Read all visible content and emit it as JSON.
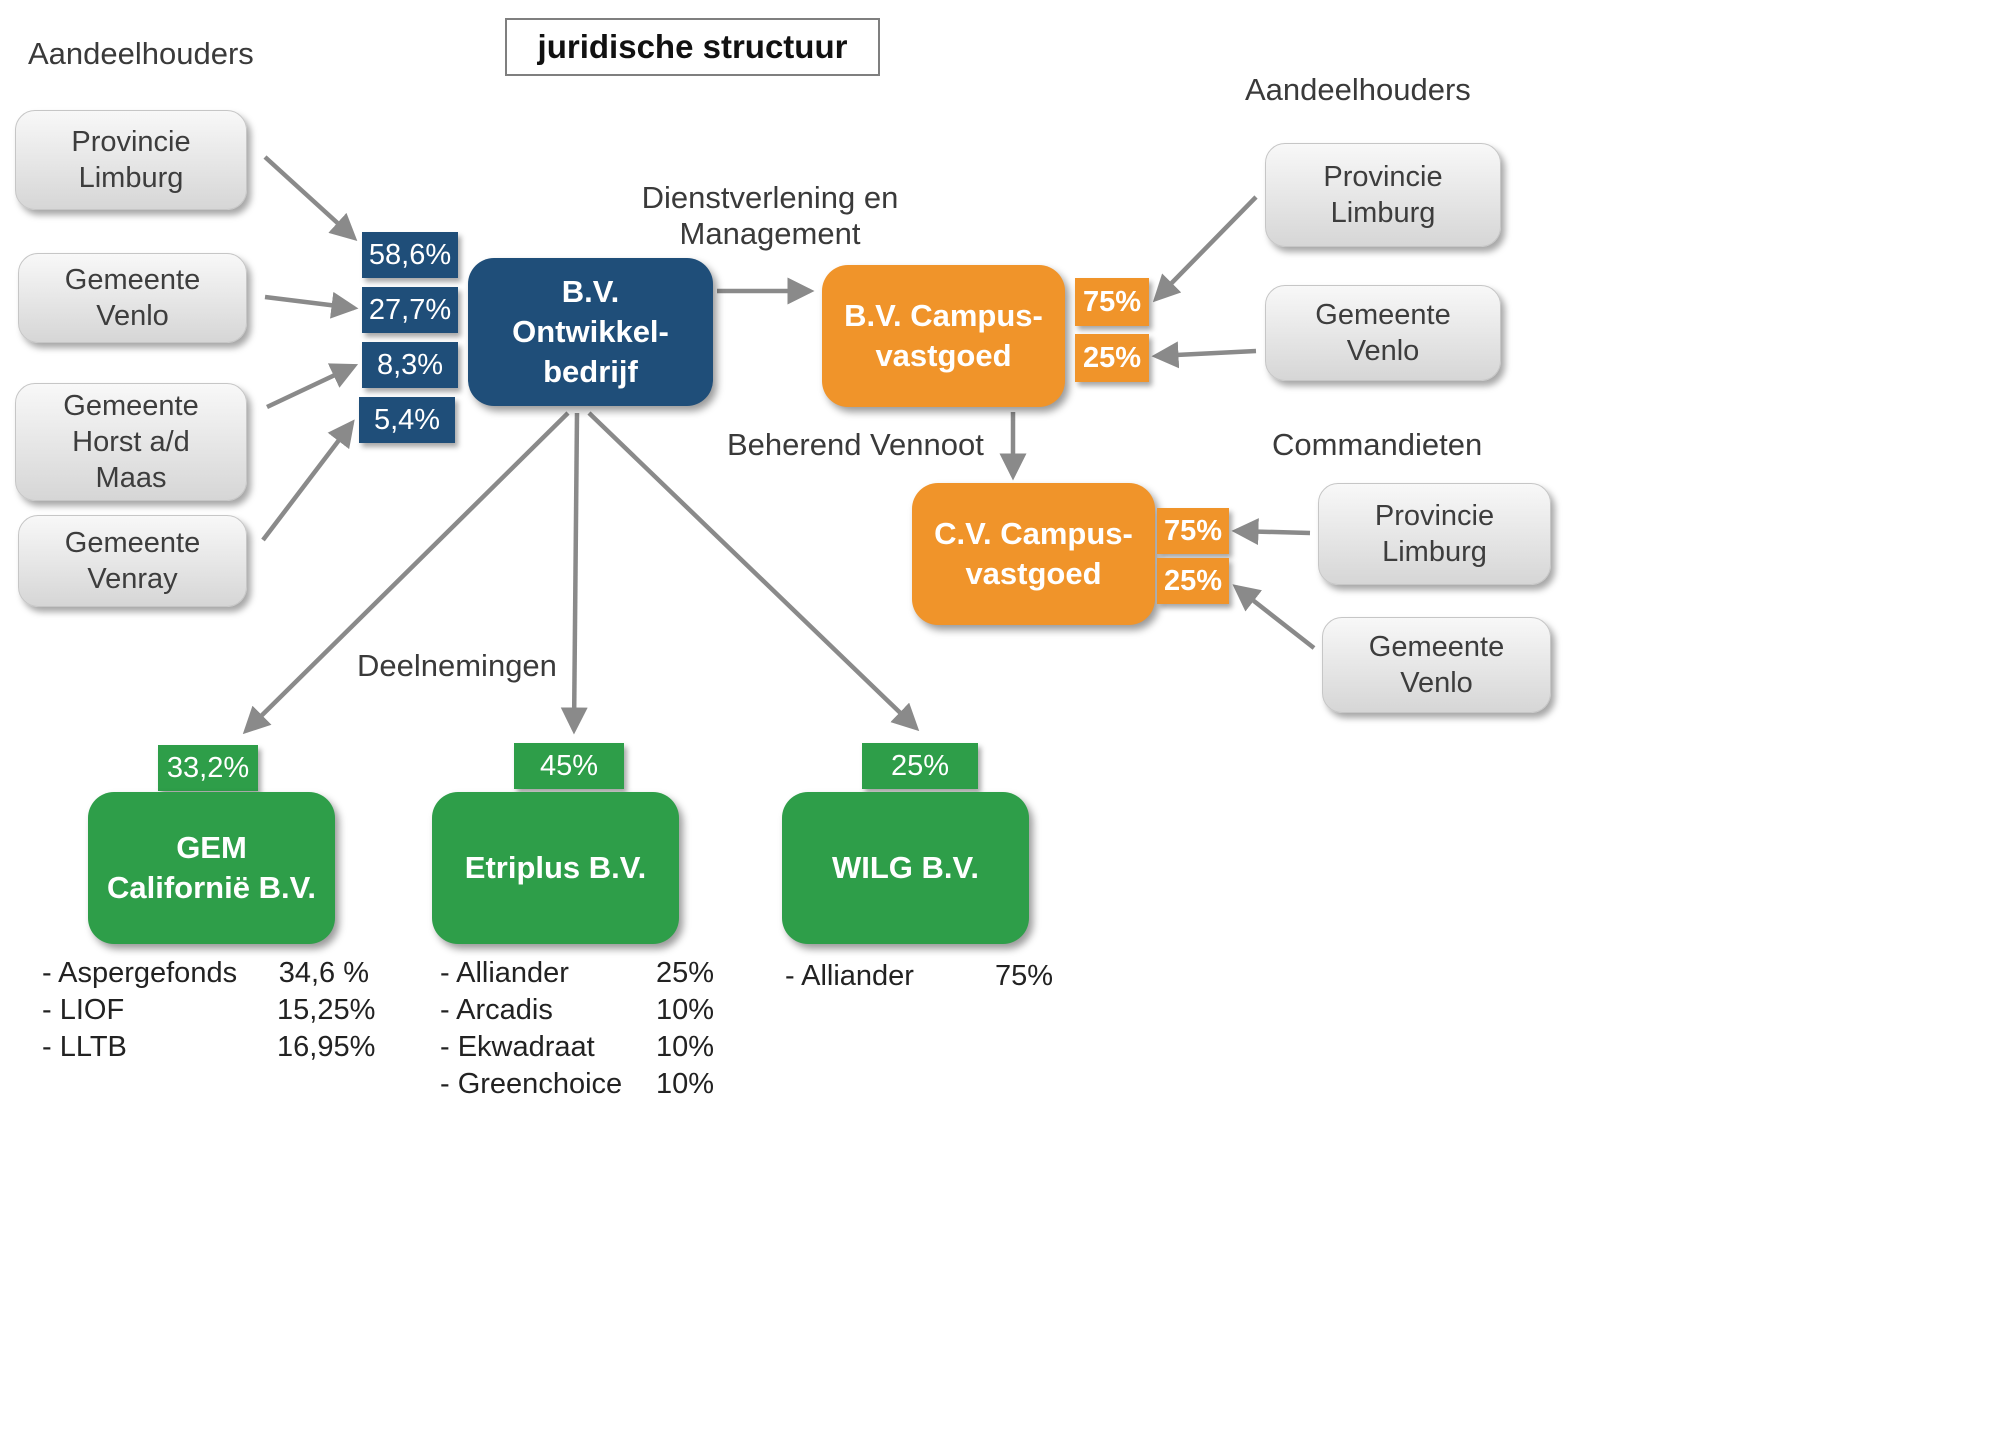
{
  "title": "juridische structuur",
  "labels": {
    "shareholders_left": "Aandeelhouders",
    "shareholders_right": "Aandeelhouders",
    "service": "Dienstverlening en\nManagement",
    "beherend": "Beherend Vennoot",
    "commandieten": "Commandieten",
    "deelnemingen": "Deelnemingen"
  },
  "colors": {
    "blue": "#1F4E79",
    "orange": "#F0942A",
    "green": "#2E9E49",
    "arrow": "#8A8A8A"
  },
  "left_shareholders": [
    {
      "name": "Provincie\nLimburg",
      "pct": "58,6%"
    },
    {
      "name": "Gemeente\nVenlo",
      "pct": "27,7%"
    },
    {
      "name": "Gemeente\nHorst a/d\nMaas",
      "pct": "8,3%"
    },
    {
      "name": "Gemeente\nVenray",
      "pct": "5,4%"
    }
  ],
  "ontwikkelbedrijf": {
    "name": "B.V.\nOntwikkel-\nbedrijf"
  },
  "bv_campus": {
    "name": "B.V. Campus-\nvastgoed",
    "pcts": [
      "75%",
      "25%"
    ]
  },
  "cv_campus": {
    "name": "C.V. Campus-\nvastgoed",
    "pcts": [
      "75%",
      "25%"
    ]
  },
  "right_shareholders": [
    {
      "name": "Provincie\nLimburg"
    },
    {
      "name": "Gemeente\nVenlo"
    }
  ],
  "commandieten_parties": [
    {
      "name": "Provincie\nLimburg"
    },
    {
      "name": "Gemeente\nVenlo"
    }
  ],
  "participations": [
    {
      "pct": "33,2%",
      "name": "GEM\nCalifornië B.V.",
      "holders": [
        {
          "name": "- Aspergefonds",
          "pct": "34,6 %"
        },
        {
          "name": "- LIOF",
          "pct": "15,25%"
        },
        {
          "name": "- LLTB",
          "pct": "16,95%"
        }
      ]
    },
    {
      "pct": "45%",
      "name": "Etriplus B.V.",
      "holders": [
        {
          "name": "- Alliander",
          "pct": "25%"
        },
        {
          "name": "- Arcadis",
          "pct": "10%"
        },
        {
          "name": "- Ekwadraat",
          "pct": "10%"
        },
        {
          "name": "- Greenchoice",
          "pct": "10%"
        }
      ]
    },
    {
      "pct": "25%",
      "name": "WILG B.V.",
      "holders": [
        {
          "name": "- Alliander",
          "pct": "75%"
        }
      ]
    }
  ]
}
